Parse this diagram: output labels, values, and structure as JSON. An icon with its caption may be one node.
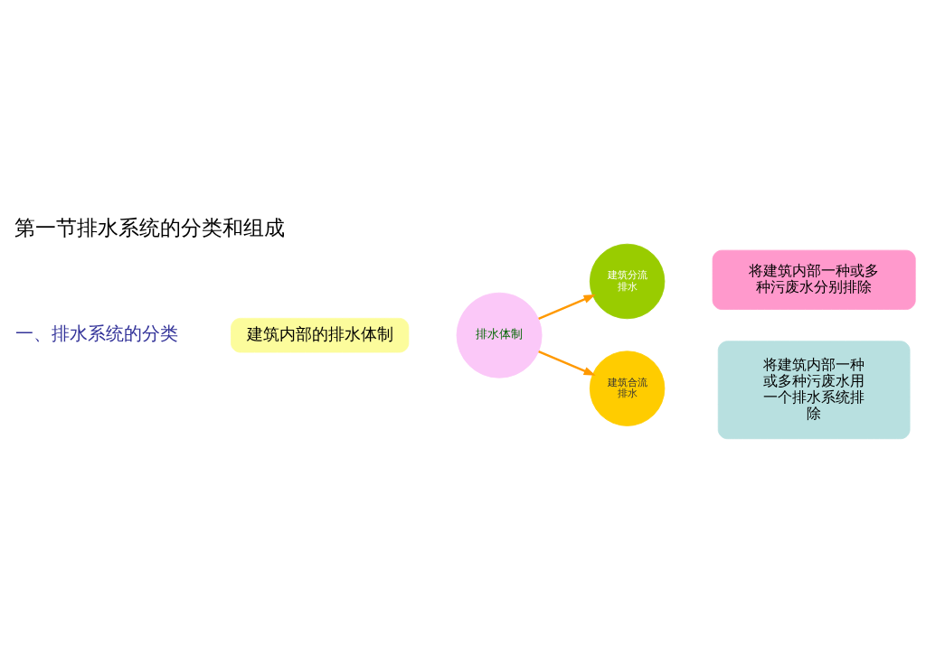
{
  "diagram": {
    "title": "第一节排水系统的分类和组成",
    "nodes": [
      {
        "text": [
          "建筑内部的排水体制"
        ]
      },
      {
        "text": [
          "排水体制"
        ]
      },
      {
        "text": [
          "建筑分流排水"
        ]
      },
      {
        "text": [
          "建筑合流排水"
        ]
      },
      {
        "text": [
          "将建筑内部一种或多种污废水分别排除"
        ]
      },
      {
        "text": [
          "将建筑内部一种或多种污废水用一个排水系统排除"
        ]
      }
    ],
    "edges": [
      {
        "from": 1,
        "to": 2,
        "arrow": "to"
      },
      {
        "from": 1,
        "to": 3,
        "arrow": "to"
      }
    ],
    "labels": [
      "一、排水系统的分类"
    ]
  }
}
